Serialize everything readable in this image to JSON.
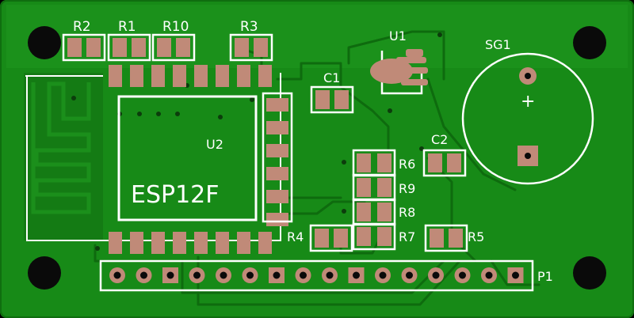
{
  "colors": {
    "board": "#178a17",
    "board_edge": "#0f6e0f",
    "copper_pour": "#1f9a1f",
    "trace": "#0e6b0e",
    "silkscreen": "#ffffff",
    "pad": "#c08a78",
    "hole": "#0a0a0a",
    "via": "#0c3d0c"
  },
  "designators": {
    "r2": "R2",
    "r1": "R1",
    "r10": "R10",
    "r3": "R3",
    "u1": "U1",
    "c1": "C1",
    "sg1": "SG1",
    "sg1_polarity": "+",
    "u2": "U2",
    "esp": "ESP12F",
    "c2": "C2",
    "r6": "R6",
    "r9": "R9",
    "r8": "R8",
    "r7": "R7",
    "r4": "R4",
    "r5": "R5",
    "p1": "P1"
  },
  "header_pin_count": 16
}
